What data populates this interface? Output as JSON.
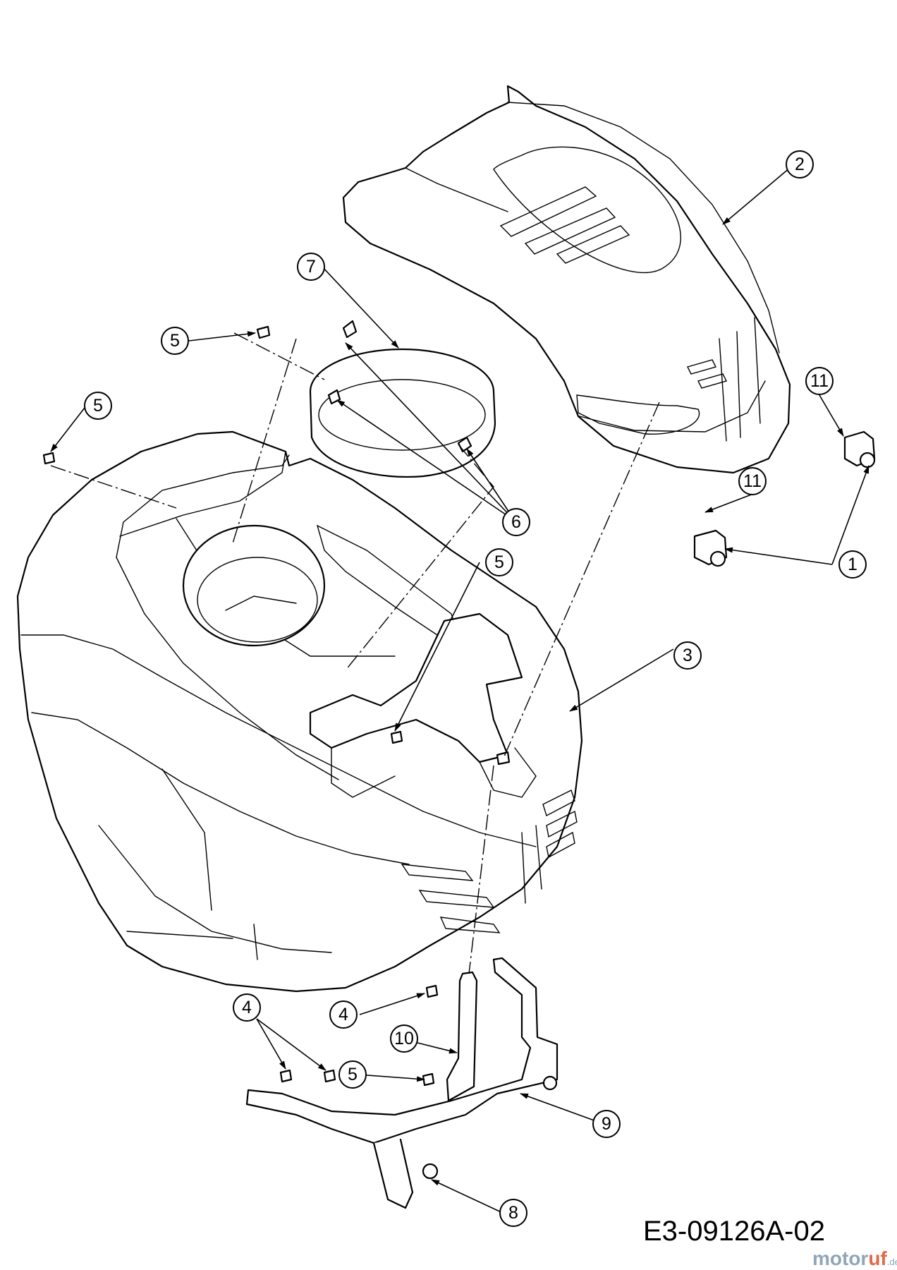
{
  "drawing_code": "E3-09126A-02",
  "watermark": {
    "brand": "motoruf",
    "brand_main": "motor",
    "brand_accent": "uf",
    "tld": ".de"
  },
  "callouts": [
    {
      "id": "c1",
      "label": "1"
    },
    {
      "id": "c2",
      "label": "2"
    },
    {
      "id": "c3",
      "label": "3"
    },
    {
      "id": "c4a",
      "label": "4"
    },
    {
      "id": "c4b",
      "label": "4"
    },
    {
      "id": "c5a",
      "label": "5"
    },
    {
      "id": "c5b",
      "label": "5"
    },
    {
      "id": "c5c",
      "label": "5"
    },
    {
      "id": "c5d",
      "label": "5"
    },
    {
      "id": "c6",
      "label": "6"
    },
    {
      "id": "c7",
      "label": "7"
    },
    {
      "id": "c8",
      "label": "8"
    },
    {
      "id": "c9",
      "label": "9"
    },
    {
      "id": "c10",
      "label": "10"
    },
    {
      "id": "c11a",
      "label": "11"
    },
    {
      "id": "c11b",
      "label": "11"
    }
  ]
}
